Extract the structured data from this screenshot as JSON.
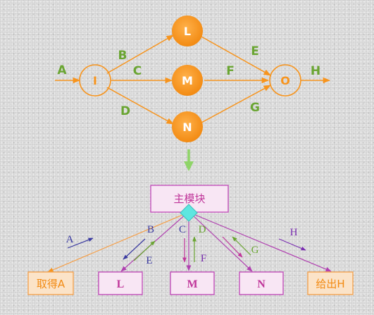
{
  "colors": {
    "orange": "#f7941d",
    "green_label": "#6aa532",
    "down_arrow": "#8fd468",
    "blue_label": "#3a3aa0",
    "purple": "#b040b0",
    "magenta_text": "#c0369a",
    "violet_text": "#7a2fb0",
    "cyan_diamond": "#5ee6e0",
    "box_fill": "#f8e6f4",
    "box_stroke": "#c048b8",
    "orange_box_fill": "#fbe3c8",
    "orange_box_stroke": "#f5a04a"
  },
  "flow": {
    "nodes": {
      "I": "I",
      "L": "L",
      "M": "M",
      "N": "N",
      "O": "O"
    },
    "edge_labels": {
      "A": "A",
      "B": "B",
      "C": "C",
      "D": "D",
      "E": "E",
      "F": "F",
      "G": "G",
      "H": "H"
    }
  },
  "hierarchy": {
    "main_module": "主模块",
    "modules": {
      "get": "取得A",
      "L": "L",
      "M": "M",
      "N": "N",
      "out": "给出H"
    },
    "labels": {
      "A": "A",
      "B": "B",
      "C": "C",
      "D": "D",
      "E": "E",
      "F": "F",
      "G": "G",
      "H": "H"
    }
  }
}
